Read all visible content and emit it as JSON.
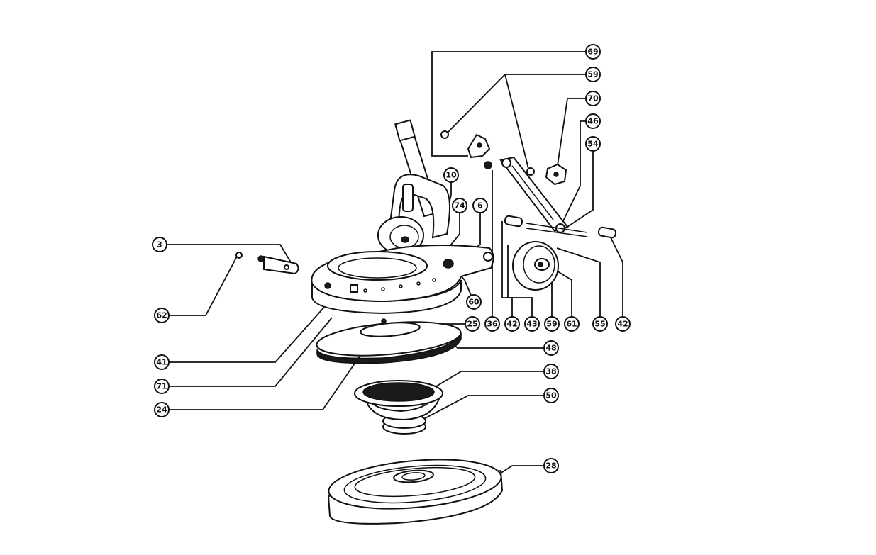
{
  "callouts": [
    {
      "id": "c69",
      "label": "69"
    },
    {
      "id": "c59a",
      "label": "59"
    },
    {
      "id": "c70",
      "label": "70"
    },
    {
      "id": "c46",
      "label": "46"
    },
    {
      "id": "c54",
      "label": "54"
    },
    {
      "id": "c10",
      "label": "10"
    },
    {
      "id": "c74",
      "label": "74"
    },
    {
      "id": "c6",
      "label": "6"
    },
    {
      "id": "c3",
      "label": "3"
    },
    {
      "id": "c62",
      "label": "62"
    },
    {
      "id": "c60",
      "label": "60"
    },
    {
      "id": "c36",
      "label": "36"
    },
    {
      "id": "c42a",
      "label": "42"
    },
    {
      "id": "c43",
      "label": "43"
    },
    {
      "id": "c59b",
      "label": "59"
    },
    {
      "id": "c61",
      "label": "61"
    },
    {
      "id": "c55",
      "label": "55"
    },
    {
      "id": "c42b",
      "label": "42"
    },
    {
      "id": "c25",
      "label": "25"
    },
    {
      "id": "c48",
      "label": "48"
    },
    {
      "id": "c41",
      "label": "41"
    },
    {
      "id": "c71",
      "label": "71"
    },
    {
      "id": "c24",
      "label": "24"
    },
    {
      "id": "c38",
      "label": "38"
    },
    {
      "id": "c50",
      "label": "50"
    },
    {
      "id": "c28",
      "label": "28"
    }
  ]
}
